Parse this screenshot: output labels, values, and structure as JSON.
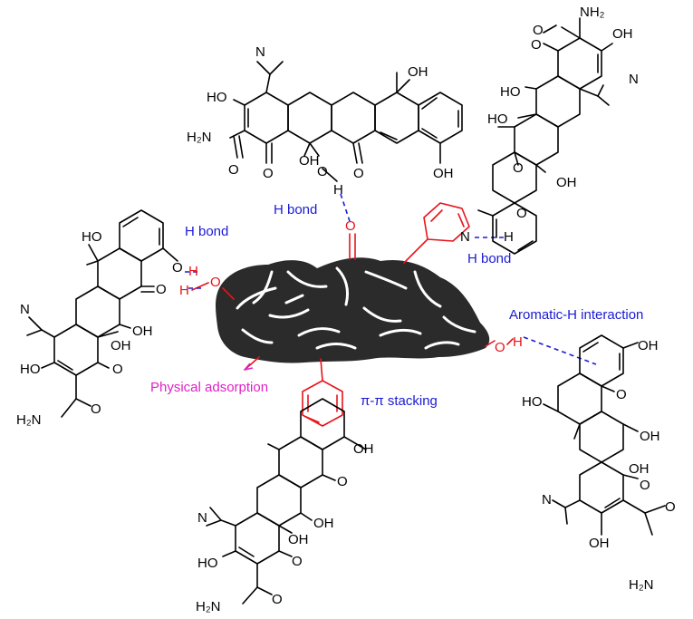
{
  "labels": {
    "hbond_top": "H bond",
    "hbond_left": "H bond",
    "hbond_right": "H bond",
    "aromatic_h": "Aromatic-H interaction",
    "pi_pi": "π-π stacking",
    "physical": "Physical adsorption"
  },
  "atoms": {
    "oh": "OH",
    "ho": "HO",
    "o": "O",
    "n": "N",
    "h": "H",
    "nh2": "NH₂",
    "h2n": "H₂N"
  },
  "colors": {
    "interaction_label": "#1a1ad6",
    "physical_label": "#e020c8",
    "adsorbent_groups": "#e8141b",
    "adsorbent_body": "#2b2b2b"
  }
}
